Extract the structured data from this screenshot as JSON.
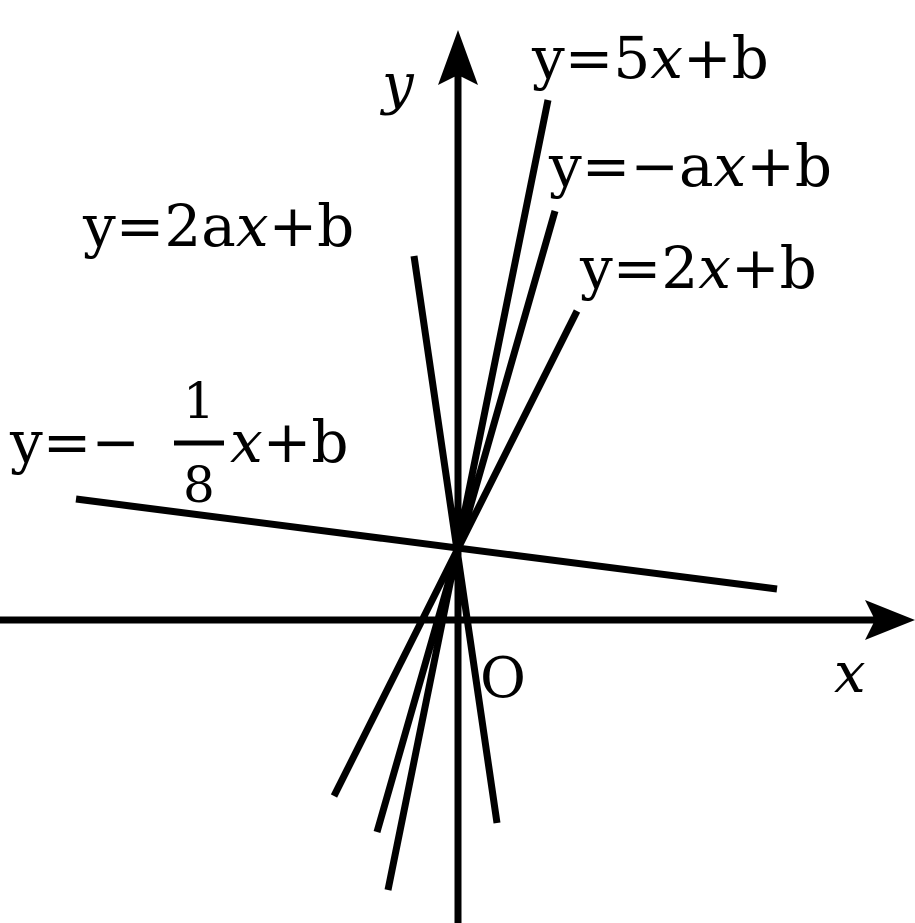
{
  "axes": {
    "x_label": "x",
    "y_label": "y",
    "origin_label": "O"
  },
  "lines": [
    {
      "name": "line-5x",
      "label": "y=5x+b",
      "prefix": "y=5",
      "var": "x",
      "suffix": "+b"
    },
    {
      "name": "line-neg-ax",
      "label": "y=−ax+b",
      "prefix": "y=−a",
      "var": "x",
      "suffix": "+b"
    },
    {
      "name": "line-2x",
      "label": "y=2x+b",
      "prefix": "y=2",
      "var": "x",
      "suffix": "+b"
    },
    {
      "name": "line-2ax",
      "label": "y=2ax+b",
      "prefix": "y=2a",
      "var": "x",
      "suffix": "+b"
    },
    {
      "name": "line-neg-eighth",
      "label": "y=−1/8x+b",
      "prefix": "y=−",
      "fraction_numerator": "1",
      "fraction_denominator": "8",
      "var": "x",
      "suffix": "+b"
    }
  ]
}
